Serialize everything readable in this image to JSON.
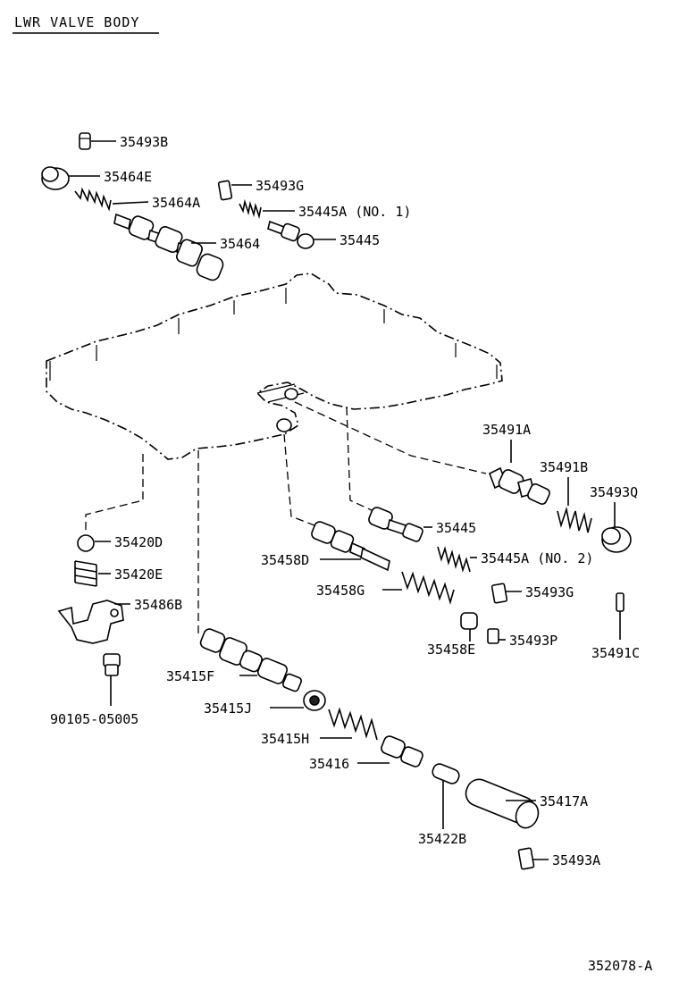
{
  "title": "LWR VALVE BODY",
  "figure_code": "352078-A",
  "labels": {
    "p35493B": "35493B",
    "p35464E": "35464E",
    "p35464A": "35464A",
    "p35464": "35464",
    "p35493G_top": "35493G",
    "p35445A_no1": "35445A (NO. 1)",
    "p35445_top": "35445",
    "p35491A": "35491A",
    "p35491B": "35491B",
    "p35493Q": "35493Q",
    "p35445_mid": "35445",
    "p35445A_no2": "35445A (NO. 2)",
    "p35420D": "35420D",
    "p35458D": "35458D",
    "p35420E": "35420E",
    "p35458G": "35458G",
    "p35493G_mid": "35493G",
    "p35486B": "35486B",
    "p35458E": "35458E",
    "p35493P": "35493P",
    "p35491C": "35491C",
    "p35415F": "35415F",
    "p35415J": "35415J",
    "p90105": "90105-05005",
    "p35415H": "35415H",
    "p35416": "35416",
    "p35417A": "35417A",
    "p35422B": "35422B",
    "p35493A": "35493A"
  }
}
